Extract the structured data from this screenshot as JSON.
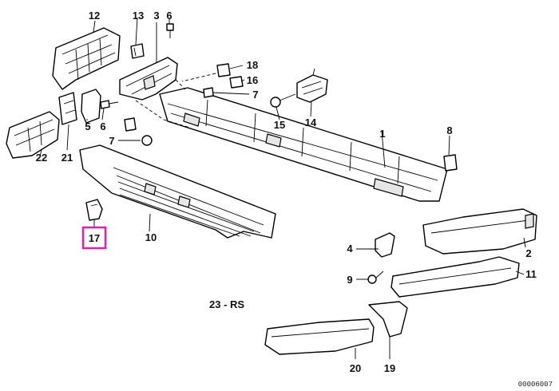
{
  "callouts": {
    "c1": "1",
    "c2": "2",
    "c3": "3",
    "c4": "4",
    "c5": "5",
    "c6a": "6",
    "c6b": "6",
    "c7a": "7",
    "c7b": "7",
    "c8": "8",
    "c9": "9",
    "c10": "10",
    "c11": "11",
    "c12": "12",
    "c13": "13",
    "c14": "14",
    "c15": "15",
    "c16": "16",
    "c17": "17",
    "c18": "18",
    "c19": "19",
    "c20": "20",
    "c21": "21",
    "c22": "22"
  },
  "assembly_label": "23 - RS",
  "drawing_number": "00006007",
  "highlight": {
    "part": "17",
    "color": "#e020b0"
  }
}
